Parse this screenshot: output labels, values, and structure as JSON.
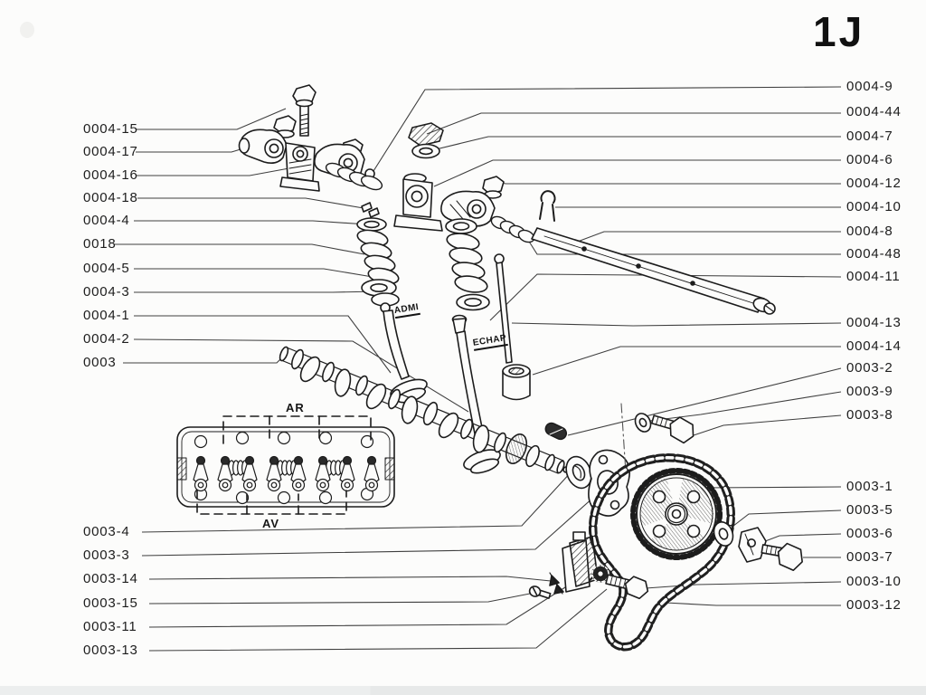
{
  "page": {
    "plate_code": "1J"
  },
  "diagram_labels": {
    "intake": "ADMI",
    "exhaust": "ECHAP",
    "rear_bracket": "AR",
    "front_bracket": "AV"
  },
  "callouts": {
    "left": [
      {
        "label": "0004-15"
      },
      {
        "label": "0004-17"
      },
      {
        "label": "0004-16"
      },
      {
        "label": "0004-18"
      },
      {
        "label": "0004-4"
      },
      {
        "label": "0018"
      },
      {
        "label": "0004-5"
      },
      {
        "label": "0004-3"
      },
      {
        "label": "0004-1"
      },
      {
        "label": "0004-2"
      },
      {
        "label": "0003"
      },
      {
        "label": "0003-4"
      },
      {
        "label": "0003-3"
      },
      {
        "label": "0003-14"
      },
      {
        "label": "0003-15"
      },
      {
        "label": "0003-11"
      },
      {
        "label": "0003-13"
      }
    ],
    "right": [
      {
        "label": "0004-9"
      },
      {
        "label": "0004-44"
      },
      {
        "label": "0004-7"
      },
      {
        "label": "0004-6"
      },
      {
        "label": "0004-12"
      },
      {
        "label": "0004-10"
      },
      {
        "label": "0004-8"
      },
      {
        "label": "0004-48"
      },
      {
        "label": "0004-11"
      },
      {
        "label": "0004-13"
      },
      {
        "label": "0004-14"
      },
      {
        "label": "0003-2"
      },
      {
        "label": "0003-9"
      },
      {
        "label": "0003-8"
      },
      {
        "label": "0003-1"
      },
      {
        "label": "0003-5"
      },
      {
        "label": "0003-6"
      },
      {
        "label": "0003-7"
      },
      {
        "label": "0003-10"
      },
      {
        "label": "0003-12"
      }
    ]
  },
  "colors": {
    "ink": "#1c1c1c",
    "paper": "#fcfcfb",
    "leader": "#3f3f3f",
    "scan_bar": "#e8eaea"
  }
}
